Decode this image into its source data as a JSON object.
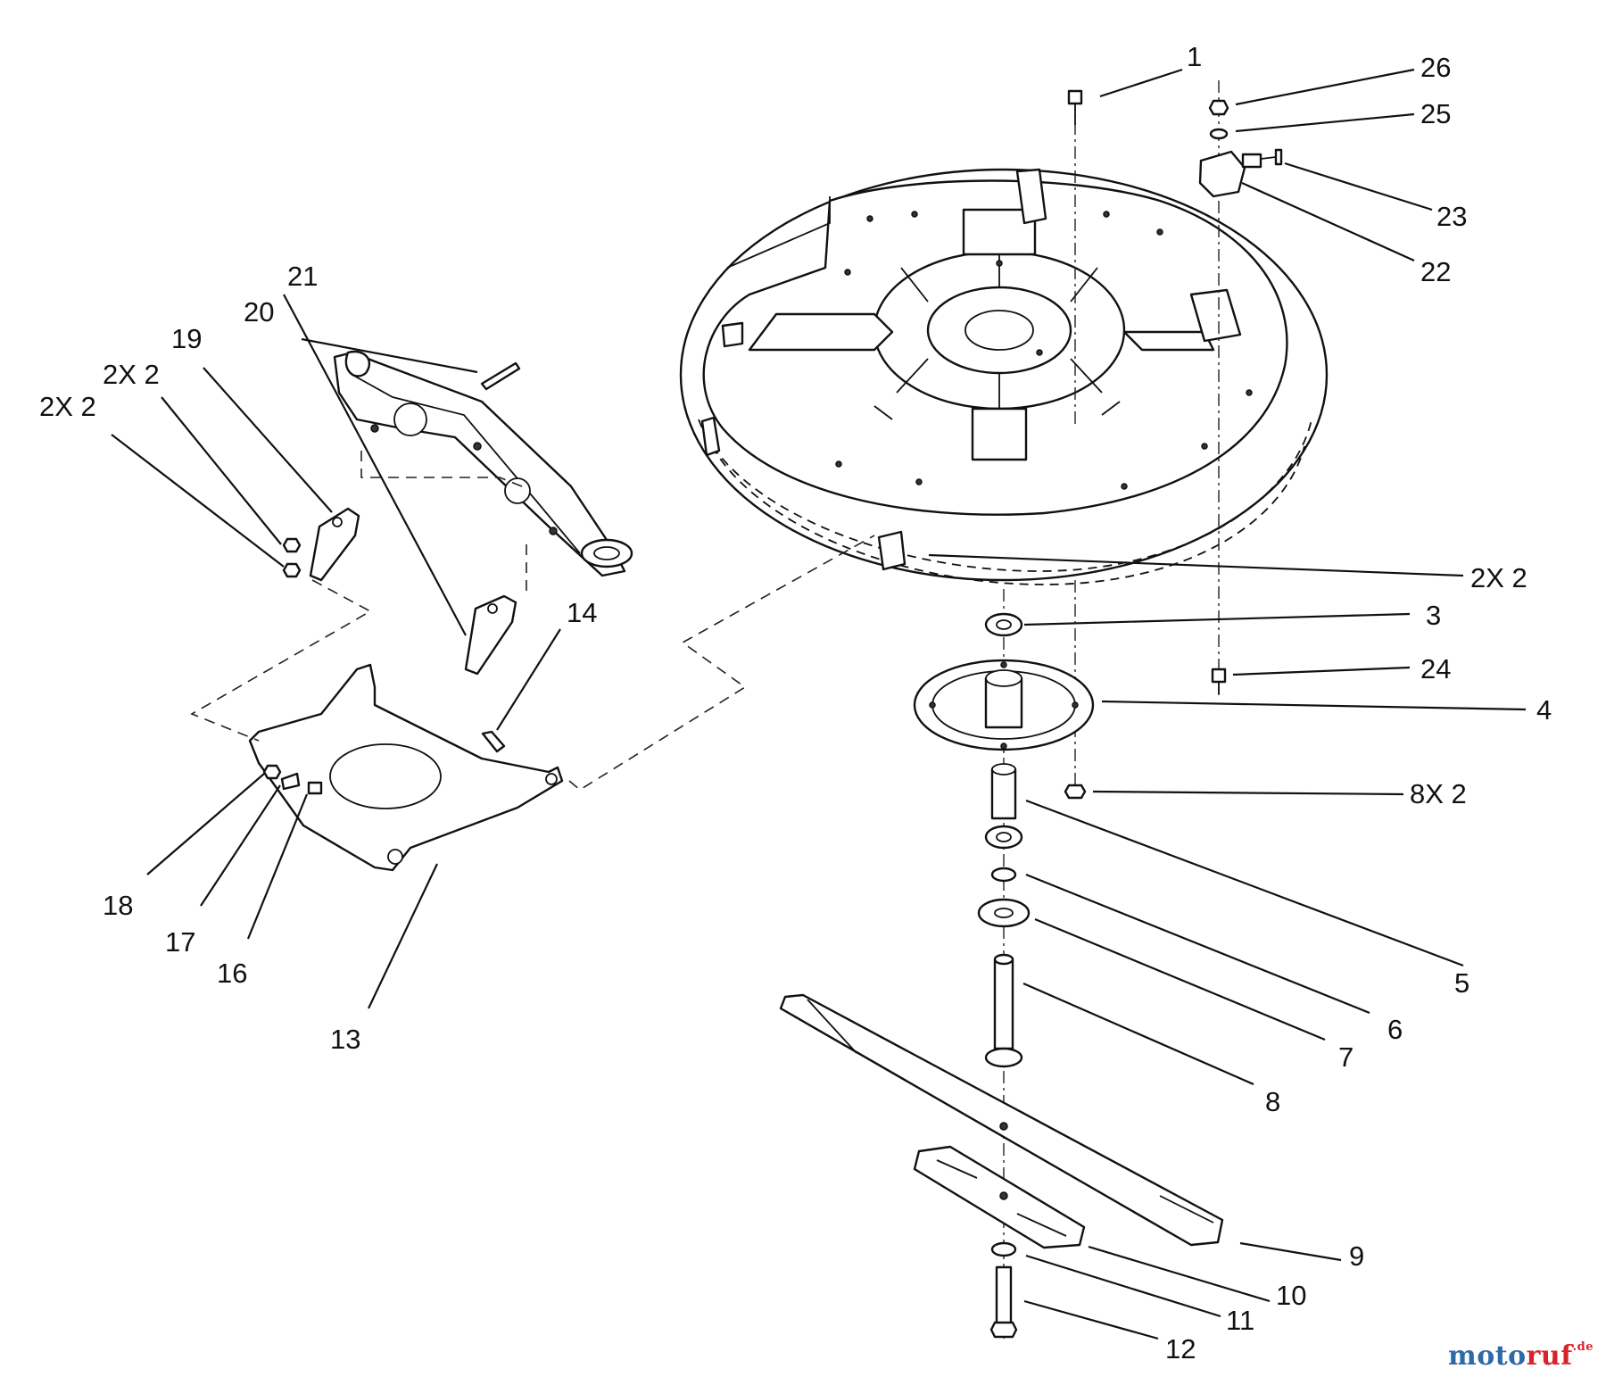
{
  "callouts": {
    "c1": "1",
    "c2x2_deck": "2X 2",
    "c3": "3",
    "c4": "4",
    "c5": "5",
    "c6": "6",
    "c7": "7",
    "c8": "8",
    "c8x2": "8X 2",
    "c9": "9",
    "c10": "10",
    "c11": "11",
    "c12": "12",
    "c13": "13",
    "c14": "14",
    "c16": "16",
    "c17": "17",
    "c18": "18",
    "c19": "19",
    "c20": "20",
    "c21": "21",
    "c22": "22",
    "c23": "23",
    "c24": "24",
    "c25": "25",
    "c26": "26",
    "c2x2_a": "2X 2",
    "c2x2_b": "2X 2"
  },
  "watermark": {
    "brand_a": "moto",
    "brand_b": "ruf",
    "tld": ".de"
  },
  "colors": {
    "brand_blue": "#2d6aa8",
    "brand_red": "#d9232a"
  }
}
